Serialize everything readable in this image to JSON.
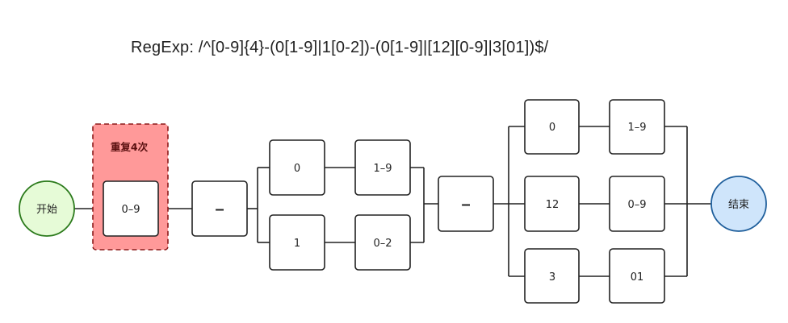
{
  "title": "RegExp: /^[0-9]{4}-(0[1-9]|1[0-2])-(0[1-9]|[12][0-9]|3[01])$/",
  "start_label": "开始",
  "end_label": "结束",
  "group_label": "重复4次",
  "nodes": {
    "year_digit": "0–9",
    "sep1": "–",
    "month_a_first": "0",
    "month_a_second": "1–9",
    "month_b_first": "1",
    "month_b_second": "0–2",
    "sep2": "–",
    "day_a_first": "0",
    "day_a_second": "1–9",
    "day_b_first": "12",
    "day_b_second": "0–9",
    "day_c_first": "3",
    "day_c_second": "01"
  },
  "colors": {
    "start_fill": "#e6fbd7",
    "start_stroke": "#2b7a1b",
    "end_fill": "#cfe5fb",
    "end_stroke": "#1f5f9c",
    "group_fill": "#ff9999",
    "group_stroke": "#8b1a1a",
    "box_stroke": "#222222"
  }
}
